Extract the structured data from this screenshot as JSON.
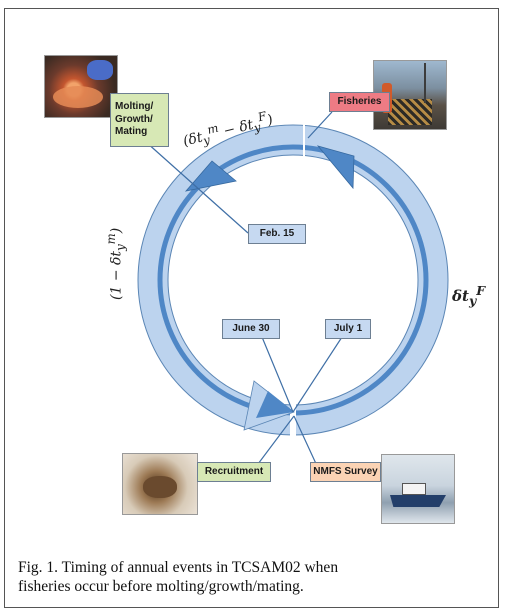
{
  "events": {
    "molting": [
      "Molting/",
      "Growth/",
      "Mating"
    ],
    "fisheries": "Fisheries",
    "feb15": "Feb. 15",
    "june30": "June 30",
    "july1": "July 1",
    "recruitment": "Recruitment",
    "nmfs_survey": "NMFS Survey"
  },
  "intervals": {
    "top": "(δt^m_y − δt^F_y)",
    "left": "(1 − δt^m_y)",
    "right": "δt^F_y"
  },
  "caption": [
    "Fig. 1. Timing of annual events in TCSAM02 when",
    "fisheries occur before molting/growth/mating."
  ],
  "colors": {
    "ring_light": "#bcd3ee",
    "ring_dark": "#4f87c6",
    "ring_outline": "#5b86b5",
    "leader": "#3f6fa6"
  }
}
